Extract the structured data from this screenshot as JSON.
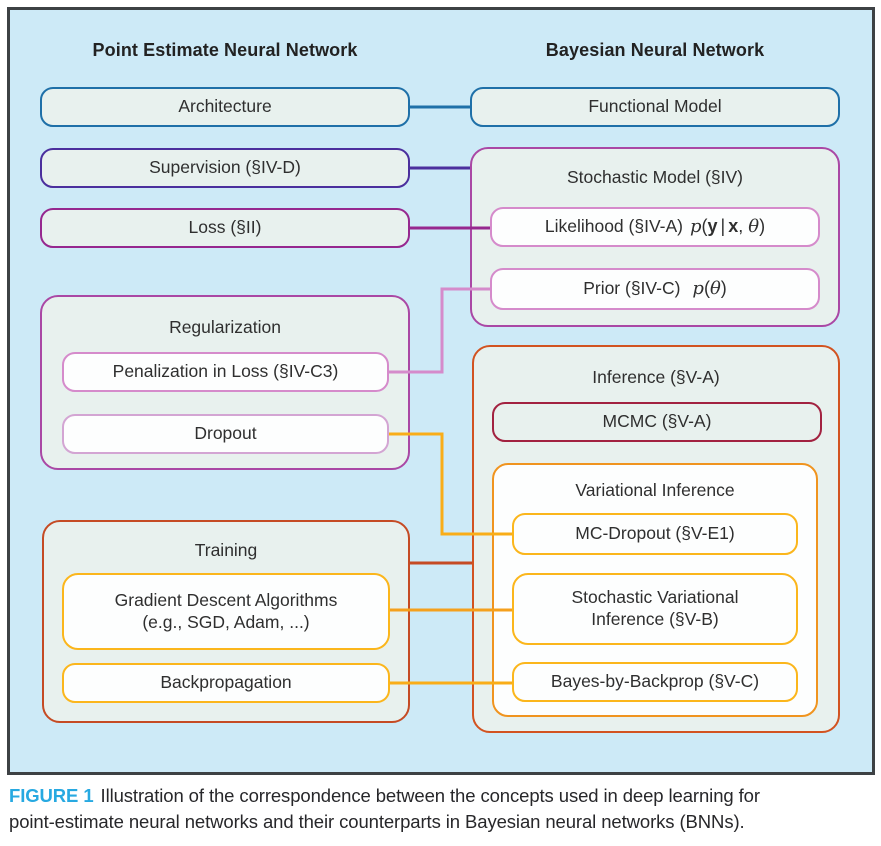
{
  "figure": {
    "left_header": "Point Estimate Neural Network",
    "right_header": "Bayesian Neural Network",
    "left": {
      "architecture": "Architecture",
      "supervision": "Supervision (§IV-D)",
      "loss": "Loss (§II)",
      "regularization": {
        "title": "Regularization",
        "penalization": "Penalization in Loss (§IV-C3)",
        "dropout": "Dropout"
      },
      "training": {
        "title": "Training",
        "gda_line1": "Gradient Descent Algorithms",
        "gda_line2": "(e.g., SGD, Adam, ...)",
        "backprop": "Backpropagation"
      }
    },
    "right": {
      "functional": "Functional Model",
      "stochastic": {
        "title": "Stochastic Model (§IV)",
        "likelihood_label": "Likelihood (§IV-A)",
        "likelihood_math": {
          "p": "p",
          "open": "(",
          "y": "y",
          "bar": "|",
          "x": "x",
          "comma": ",",
          "theta": "θ",
          "close": ")"
        },
        "prior_label": "Prior (§IV-C)",
        "prior_math": {
          "p": "p",
          "open": "(",
          "theta": "θ",
          "close": ")"
        }
      },
      "inference": {
        "title": "Inference (§V-A)",
        "mcmc": "MCMC (§V-A)",
        "vi": {
          "title": "Variational Inference",
          "mc_dropout": "MC-Dropout (§V-E1)",
          "svi_line1": "Stochastic Variational",
          "svi_line2": "Inference (§V-B)",
          "bbb": "Bayes-by-Backprop (§V-C)"
        }
      }
    }
  },
  "connections": [
    {
      "from": "Architecture",
      "to": "Functional Model",
      "color": "#1f70a8"
    },
    {
      "from": "Supervision (§IV-D)",
      "to": "Stochastic Model (§IV)",
      "color": "#4b2f9d"
    },
    {
      "from": "Loss (§II)",
      "to": "Likelihood (§IV-A)",
      "color": "#96288f"
    },
    {
      "from": "Penalization in Loss (§IV-C3)",
      "to": "Prior (§IV-C)",
      "color": "#d58bcb"
    },
    {
      "from": "Dropout",
      "to": "MC-Dropout (§V-E1)",
      "color": "#f9ad18"
    },
    {
      "from": "Training",
      "to": "Inference (§V-A)",
      "color": "#c54b24"
    },
    {
      "from": "Gradient Descent Algorithms (e.g., SGD, Adam, ...)",
      "to": "Stochastic Variational Inference (§V-B)",
      "color": "#f5a01d"
    },
    {
      "from": "Backpropagation",
      "to": "Bayes-by-Backprop (§V-C)",
      "color": "#f9ad18"
    }
  ],
  "caption": {
    "label": "FIGURE 1",
    "line1": "Illustration of the correspondence between the concepts used in deep learning for",
    "line2": "point-estimate neural networks and their counterparts in Bayesian neural networks (BNNs)."
  },
  "colors": {
    "figure_background": "#cdeaf7",
    "frame_border": "#3d4144",
    "panel_fill": "#e8f1ee",
    "white_fill": "#fdfefe",
    "teal": "#1f70a8",
    "indigo": "#4b2f9d",
    "magenta": "#96288f",
    "mauve": "#aa48a5",
    "pink": "#d58bcb",
    "orchid": "#d3a5d3",
    "rust": "#c54b24",
    "orange_red": "#d25321",
    "maroon": "#a22240",
    "orange": "#f0941f",
    "golden": "#fbb61c",
    "caption_label_blue": "#27a9e1"
  }
}
